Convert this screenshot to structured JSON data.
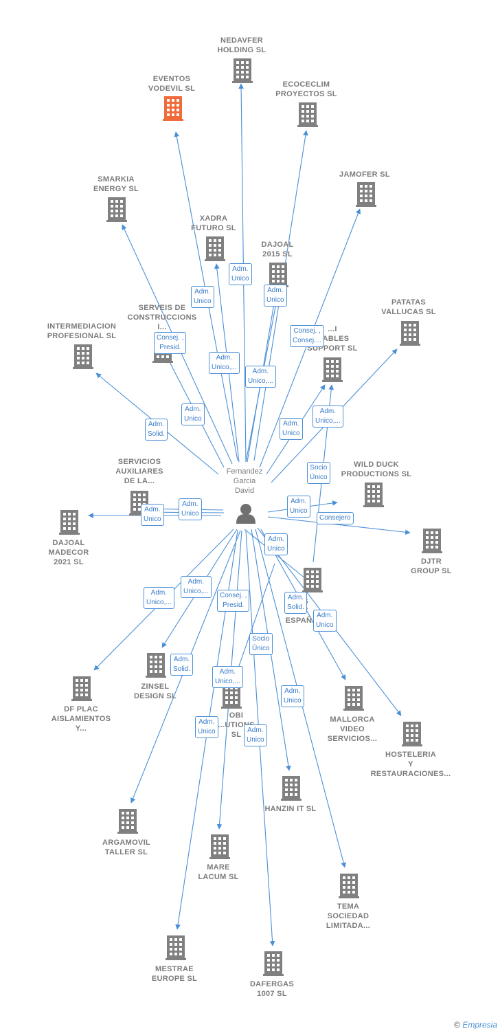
{
  "center": {
    "name": "Fernandez\nGarcia\nDavid"
  },
  "colors": {
    "edge": "#4a8fd6",
    "building": "#808080",
    "building_highlight": "#ef6b3a"
  },
  "nodes": [
    {
      "id": "nedavfer",
      "label": "NEDAVFER\nHOLDING  SL"
    },
    {
      "id": "eventos",
      "label": "EVENTOS\nVODEVIL  SL",
      "highlight": true
    },
    {
      "id": "ecoceclim",
      "label": "ECOCECLIM\nPROYECTOS SL"
    },
    {
      "id": "jamofer",
      "label": "JAMOFER SL"
    },
    {
      "id": "smarkia",
      "label": "SMARKIA\nENERGY SL"
    },
    {
      "id": "xadra",
      "label": "XADRA\nFUTURO  SL"
    },
    {
      "id": "dajoal2015",
      "label": "DAJOAL\n2015  SL"
    },
    {
      "id": "patatas",
      "label": "PATATAS\nVALLUCAS  SL"
    },
    {
      "id": "serveis",
      "label": "SERVEIS DE\nCONSTRUCCIONS\nI..."
    },
    {
      "id": "intermediacion",
      "label": "INTERMEDIACION\nPROFESIONAL SL"
    },
    {
      "id": "support",
      "label": "...I\n...ABLES\nSUPPORT  SL"
    },
    {
      "id": "servicios",
      "label": "SERVICIOS\nAUXILIARES\nDE LA..."
    },
    {
      "id": "wildduck",
      "label": "WILD DUCK\nPRODUCTIONS SL"
    },
    {
      "id": "dajoalmadecor",
      "label": "DAJOAL\nMADECOR\n2021  SL"
    },
    {
      "id": "djtr",
      "label": "DJTR\nGROUP  SL"
    },
    {
      "id": "espana",
      "label": "...S\n...Y\nESPAÑ..."
    },
    {
      "id": "dfplac",
      "label": "DF PLAC\nAISLAMIENTOS\nY..."
    },
    {
      "id": "zinsel",
      "label": "ZINSEL\nDESIGN  SL"
    },
    {
      "id": "obi",
      "label": "OBI\n...UTIONS\nSL"
    },
    {
      "id": "mallorca",
      "label": "MALLORCA\nVIDEO\nSERVICIOS..."
    },
    {
      "id": "hosteleria",
      "label": "HOSTELERIA\nY\nRESTAURACIONES..."
    },
    {
      "id": "hanzin",
      "label": "HANZIN IT  SL"
    },
    {
      "id": "argamovil",
      "label": "ARGAMOVIL\nTALLER SL"
    },
    {
      "id": "mare",
      "label": "MARE\nLACUM  SL"
    },
    {
      "id": "tema",
      "label": "TEMA\nSOCIEDAD\nLIMITADA..."
    },
    {
      "id": "mestrae",
      "label": "MESTRAE\nEUROPE  SL"
    },
    {
      "id": "dafergas",
      "label": "DAFERGAS\n1007  SL"
    }
  ],
  "roles": [
    {
      "id": "r-eventos",
      "text": "Adm.\nUnico"
    },
    {
      "id": "r-nedavfer",
      "text": "Adm.\nUnico"
    },
    {
      "id": "r-ecoceclim",
      "text": "Adm.\nUnico"
    },
    {
      "id": "r-jamofer",
      "text": "Consej. ,\nConsej...."
    },
    {
      "id": "r-smarkia",
      "text": "Consej. ,\nPresid."
    },
    {
      "id": "r-xadra",
      "text": "Adm.\nUnico,..."
    },
    {
      "id": "r-dajoal2015",
      "text": "Adm.\nUnico,..."
    },
    {
      "id": "r-serveis",
      "text": "Adm.\nUnico"
    },
    {
      "id": "r-intermediacion",
      "text": "Adm.\nSolid."
    },
    {
      "id": "r-support",
      "text": "Adm.\nUnico"
    },
    {
      "id": "r-patatas",
      "text": "Adm.\nUnico,..."
    },
    {
      "id": "r-wildduck-socio",
      "text": "Socio\nÚnico"
    },
    {
      "id": "r-wildduck",
      "text": "Adm.\nUnico"
    },
    {
      "id": "r-djtr",
      "text": "Consejero"
    },
    {
      "id": "r-servicios",
      "text": "Adm.\nUnico"
    },
    {
      "id": "r-dajoalmadecor",
      "text": "Adm.\nUnico"
    },
    {
      "id": "r-espana",
      "text": "Adm.\nUnico"
    },
    {
      "id": "r-mallorca",
      "text": "Adm.\nSolid."
    },
    {
      "id": "r-hosteleria",
      "text": "Adm.\nUnico"
    },
    {
      "id": "r-dfplac",
      "text": "Adm.\nUnico,..."
    },
    {
      "id": "r-zinsel",
      "text": "Adm.\nUnico,..."
    },
    {
      "id": "r-obi-consej",
      "text": "Consej. ,\nPresid."
    },
    {
      "id": "r-obi-socio",
      "text": "Socio\nÚnico"
    },
    {
      "id": "r-obi",
      "text": "Adm.\nUnico,..."
    },
    {
      "id": "r-argamovil",
      "text": "Adm.\nSolid."
    },
    {
      "id": "r-hanzin",
      "text": "Adm.\nUnico"
    },
    {
      "id": "r-mestrae",
      "text": "Adm.\nUnico"
    },
    {
      "id": "r-mare",
      "text": "Adm.\nUnico"
    }
  ],
  "footer": {
    "copyright": "©",
    "brand": "Empresia"
  }
}
